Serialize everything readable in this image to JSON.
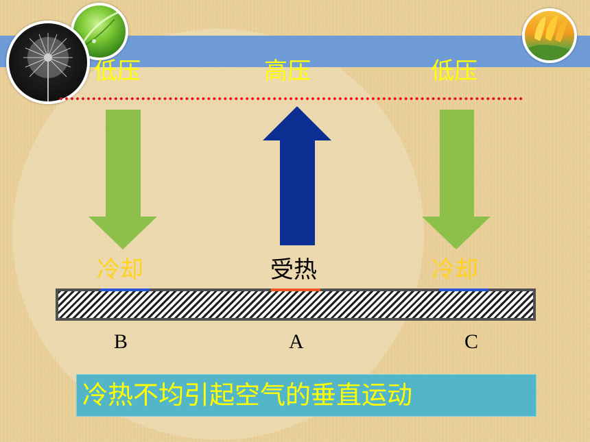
{
  "labels": {
    "pressure_left": "低压",
    "pressure_center": "高压",
    "pressure_right": "低压",
    "temp_left": "冷却",
    "temp_center": "受热",
    "temp_right": "冷却"
  },
  "points": {
    "left": "B",
    "center": "A",
    "right": "C"
  },
  "caption": "冷热不均引起空气的垂直运动",
  "colors": {
    "background": "#e9cf98",
    "top_band": "#6f9bd6",
    "pressure_label": "#ffff00",
    "cool_label": "#ffd21f",
    "heat_label": "#000000",
    "sinking_arrow": "#8dc04a",
    "rising_arrow": "#0b2f93",
    "pressure_line": "#e8141b",
    "cool_mark": "#2a55d6",
    "heat_mark": "#f05a22",
    "caption_box": "#53b6c8",
    "caption_text": "#ffff00"
  },
  "icons": {
    "leaf_photo": "green-leaf-photo-icon",
    "dandelion_photo": "dandelion-photo-icon",
    "flower_photo": "orange-flower-photo-icon"
  }
}
